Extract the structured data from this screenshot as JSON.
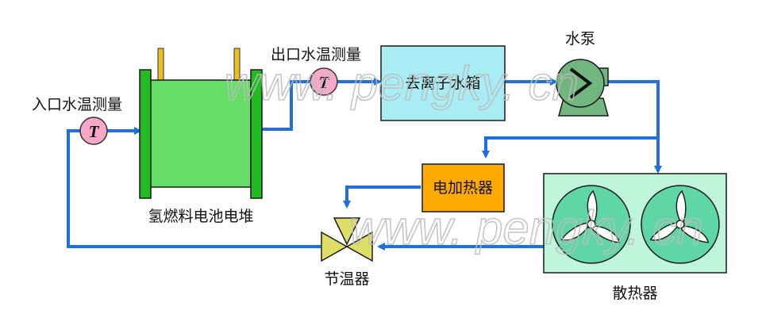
{
  "colors": {
    "pipe": "#1f6fe0",
    "stack_green": "#66dd66",
    "stack_plate": "#22bb22",
    "terminal": "#e8c020",
    "sensor": "#f7a8c8",
    "tank": "#a8ecf4",
    "heater": "#ffaa00",
    "radiator": "#bff5da",
    "fan_bg": "#5ed6a6",
    "pump": "#71b67e",
    "valve": "#dede66"
  },
  "labels": {
    "inlet_temp": "入口水温测量",
    "outlet_temp": "出口水温测量",
    "pump": "水泵",
    "stack": "氢燃料电池电堆",
    "tank": "去离子水箱",
    "heater": "电加热器",
    "valve": "节温器",
    "radiator": "散热器",
    "sensor_symbol": "T"
  },
  "watermark": {
    "top": "www. pengky. cn",
    "bottom": "www. pengky. cn"
  }
}
